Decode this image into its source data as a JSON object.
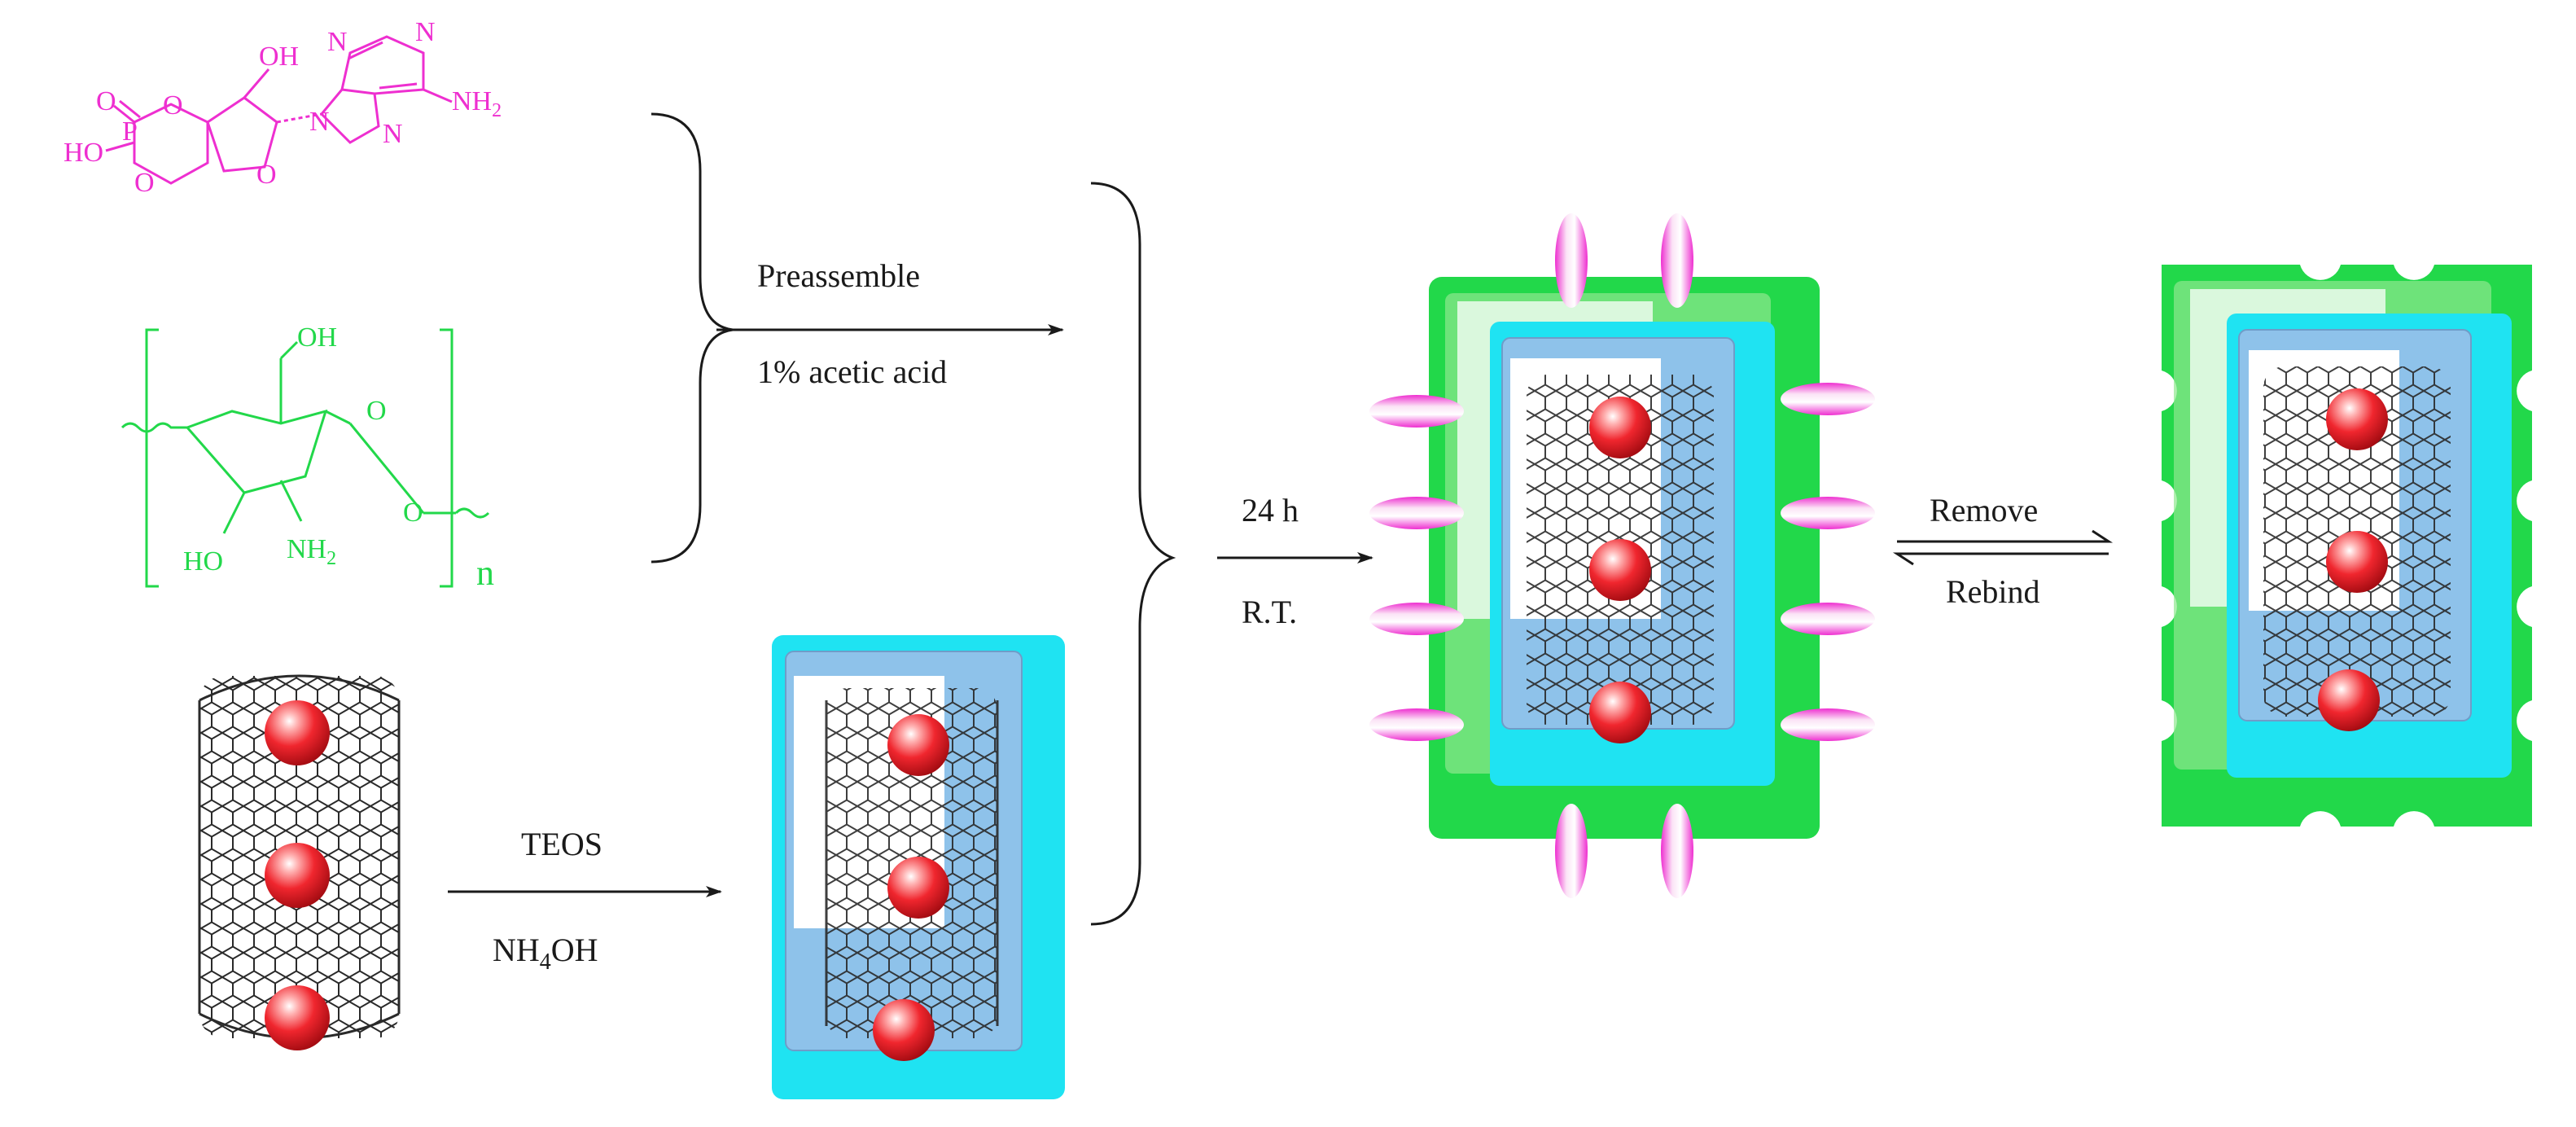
{
  "camp_structure": {
    "labels": {
      "oh_top": "OH",
      "n_top": "N",
      "n_right": "N",
      "nh2": "NH",
      "nh2_sub": "2",
      "n_left": "N",
      "n_bottom": "N",
      "o_ring1": "O",
      "o_ring2": "O",
      "o_double": "O",
      "p": "P",
      "ho": "HO",
      "o_lower": "O"
    }
  },
  "chitosan_structure": {
    "labels": {
      "oh": "OH",
      "o_ring": "O",
      "o_link": "O",
      "ho": "HO",
      "nh2": "NH",
      "nh2_sub": "2",
      "n": "n"
    }
  },
  "arrows": {
    "preassemble": {
      "top": "Preassemble",
      "bottom": "1% acetic acid"
    },
    "coupling": {
      "top": "24 h",
      "bottom": "R.T."
    },
    "equilibrium": {
      "top": "Remove",
      "bottom": "Rebind"
    },
    "silica": {
      "top": "TEOS",
      "bottom": "NH",
      "bottom_sub": "4",
      "bottom_tail": "OH"
    }
  },
  "colors": {
    "template": "#ee2fd0",
    "chitosan": "#22d84a",
    "silica_shell": "#1fe3f2",
    "silica_inner": "#8ec2ea",
    "nanotube": "#222222",
    "particle": "#e8222a"
  }
}
